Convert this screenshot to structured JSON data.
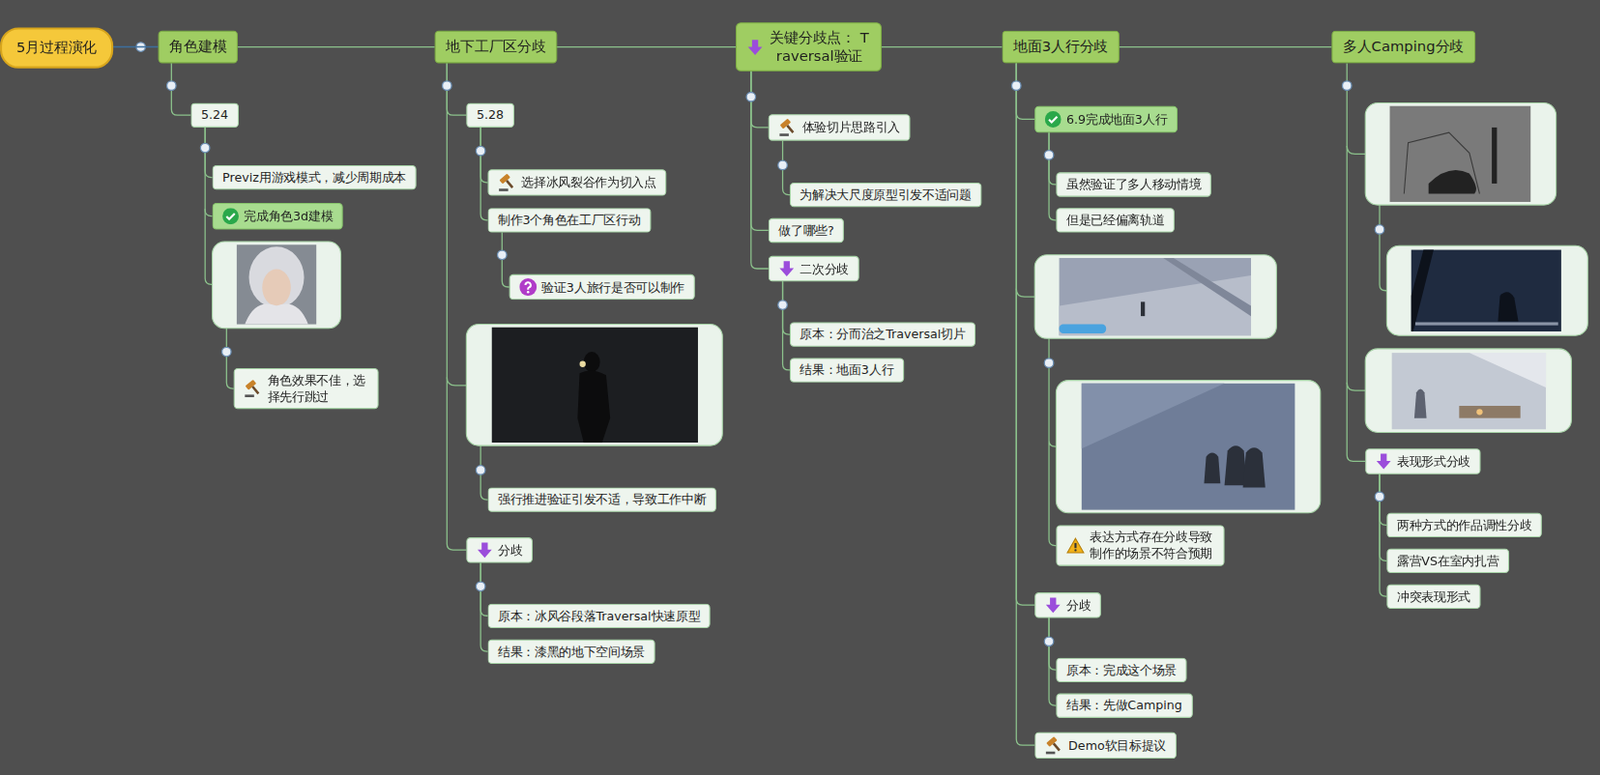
{
  "diagram": {
    "nodes": [
      {
        "text": [
          "5月过程演化"
        ]
      },
      {
        "text": [
          "角色建模"
        ]
      },
      {
        "text": [
          "地下工厂区分歧"
        ]
      },
      {
        "text": [
          "关键分歧点： Traversal验证"
        ]
      },
      {
        "text": [
          "地面3人行分歧"
        ]
      },
      {
        "text": [
          "多人Camping分歧"
        ]
      },
      {
        "text": [
          "5.24"
        ]
      },
      {
        "text": [
          "Previz用游戏模式，减少周期成本"
        ]
      },
      {
        "text": [
          "完成角色3d建模"
        ]
      },
      {
        "text": [
          "角色效果不佳，选择先行跳过"
        ]
      },
      {
        "text": [
          "5.28"
        ]
      },
      {
        "text": [
          "选择冰风裂谷作为切入点"
        ]
      },
      {
        "text": [
          "制作3个角色在工厂区行动"
        ]
      },
      {
        "text": [
          "验证3人旅行是否可以制作"
        ]
      },
      {
        "text": [
          "强行推进验证引发不适，导致工作中断"
        ]
      },
      {
        "text": [
          "分歧"
        ]
      },
      {
        "text": [
          "原本：冰风谷段落Traversal快速原型"
        ]
      },
      {
        "text": [
          "结果：漆黑的地下空间场景"
        ]
      },
      {
        "text": [
          "体验切片思路引入"
        ]
      },
      {
        "text": [
          "为解决大尺度原型引发不适问题"
        ]
      },
      {
        "text": [
          "做了哪些?"
        ]
      },
      {
        "text": [
          "二次分歧"
        ]
      },
      {
        "text": [
          "原本：分而治之Traversal切片"
        ]
      },
      {
        "text": [
          "结果：地面3人行"
        ]
      },
      {
        "text": [
          "6.9完成地面3人行"
        ]
      },
      {
        "text": [
          "虽然验证了多人移动情境"
        ]
      },
      {
        "text": [
          "但是已经偏离轨道"
        ]
      },
      {
        "text": [
          "表达方式存在分歧导致制作的场景不符合预期"
        ]
      },
      {
        "text": [
          "分歧"
        ]
      },
      {
        "text": [
          "原本：完成这个场景"
        ]
      },
      {
        "text": [
          "结果：先做Camping"
        ]
      },
      {
        "text": [
          "Demo软目标提议"
        ]
      },
      {
        "text": [
          "表现形式分歧"
        ]
      },
      {
        "text": [
          "两种方式的作品调性分歧"
        ]
      },
      {
        "text": [
          "露营VS在室内扎营"
        ]
      },
      {
        "text": [
          "冲突表现形式"
        ]
      }
    ],
    "edges": [
      {
        "from": 0,
        "to": 1,
        "arrow": "none"
      },
      {
        "from": 1,
        "to": 2,
        "arrow": "none"
      },
      {
        "from": 2,
        "to": 3,
        "arrow": "none"
      },
      {
        "from": 3,
        "to": 4,
        "arrow": "none"
      },
      {
        "from": 4,
        "to": 5,
        "arrow": "none"
      },
      {
        "from": 1,
        "to": 6,
        "arrow": "none"
      },
      {
        "from": 6,
        "to": 7,
        "arrow": "none"
      },
      {
        "from": 6,
        "to": 8,
        "arrow": "none"
      },
      {
        "from": 2,
        "to": 10,
        "arrow": "none"
      },
      {
        "from": 10,
        "to": 11,
        "arrow": "none"
      },
      {
        "from": 10,
        "to": 12,
        "arrow": "none"
      },
      {
        "from": 12,
        "to": 13,
        "arrow": "none"
      },
      {
        "from": 2,
        "to": 15,
        "arrow": "none"
      },
      {
        "from": 15,
        "to": 16,
        "arrow": "none"
      },
      {
        "from": 15,
        "to": 17,
        "arrow": "none"
      },
      {
        "from": 3,
        "to": 18,
        "arrow": "none"
      },
      {
        "from": 18,
        "to": 19,
        "arrow": "none"
      },
      {
        "from": 3,
        "to": 20,
        "arrow": "none"
      },
      {
        "from": 3,
        "to": 21,
        "arrow": "none"
      },
      {
        "from": 21,
        "to": 22,
        "arrow": "none"
      },
      {
        "from": 21,
        "to": 23,
        "arrow": "none"
      },
      {
        "from": 4,
        "to": 24,
        "arrow": "none"
      },
      {
        "from": 24,
        "to": 25,
        "arrow": "none"
      },
      {
        "from": 24,
        "to": 26,
        "arrow": "none"
      },
      {
        "from": 4,
        "to": 28,
        "arrow": "none"
      },
      {
        "from": 28,
        "to": 29,
        "arrow": "none"
      },
      {
        "from": 28,
        "to": 30,
        "arrow": "none"
      },
      {
        "from": 4,
        "to": 31,
        "arrow": "none"
      },
      {
        "from": 5,
        "to": 32,
        "arrow": "none"
      },
      {
        "from": 32,
        "to": 33,
        "arrow": "none"
      },
      {
        "from": 32,
        "to": 34,
        "arrow": "none"
      },
      {
        "from": 32,
        "to": 35,
        "arrow": "none"
      }
    ]
  }
}
